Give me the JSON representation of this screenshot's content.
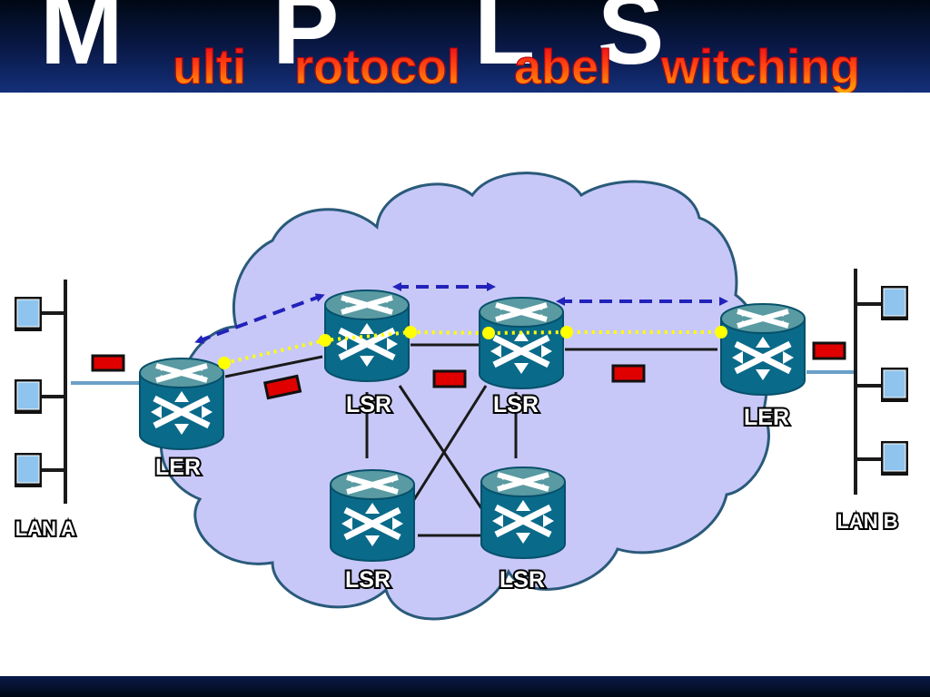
{
  "header": {
    "initials": [
      "M",
      "P",
      "L",
      "S"
    ],
    "words": [
      "ulti",
      "rotocol",
      "abel",
      "witching"
    ]
  },
  "labels": {
    "ler_left": "LER",
    "ler_right": "LER",
    "lsr_top_left": "LSR",
    "lsr_top_right": "LSR",
    "lsr_bottom_left": "LSR",
    "lsr_bottom_right": "LSR",
    "lan_a": "LAN A",
    "lan_b": "LAN B"
  },
  "colors": {
    "cloud_fill": "#c8c8f8",
    "cloud_stroke": "#2a5a7a",
    "router_body": "#0a6a8a",
    "router_top": "#5a9aa2",
    "label_path": "#ffff00",
    "dashed_arrow": "#2222bb",
    "packet": "#e00000"
  }
}
